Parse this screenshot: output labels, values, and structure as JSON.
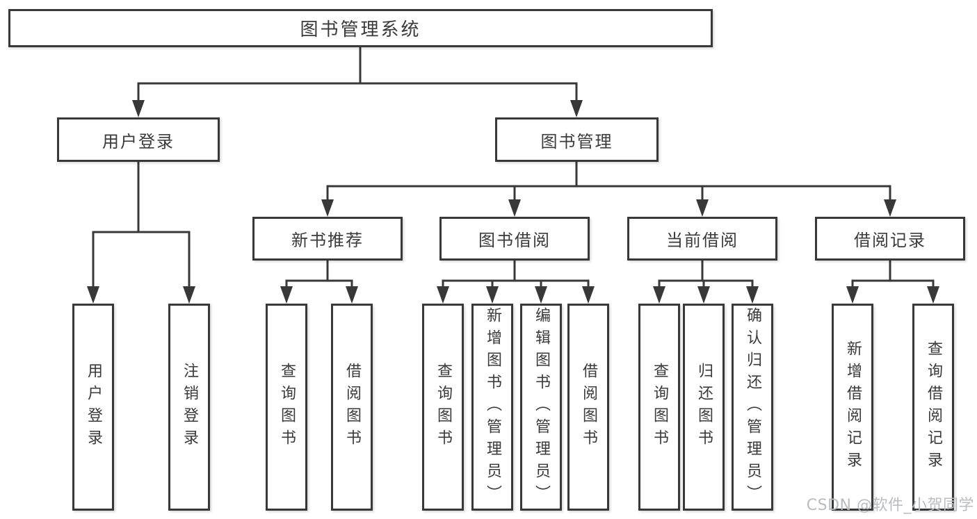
{
  "nodes": {
    "root": "图书管理系统",
    "user_login": "用户登录",
    "book_mgmt": "图书管理",
    "new_book_rec": "新书推荐",
    "book_borrow": "图书借阅",
    "current_borrow": "当前借阅",
    "borrow_record": "借阅记录",
    "leaf_user_login": "用户登录",
    "leaf_logout": "注销登录",
    "leaf_query_book_a": "查询图书",
    "leaf_borrow_book_a": "借阅图书",
    "leaf_query_book_b": "查询图书",
    "leaf_add_book": "新增图书（管理员）",
    "leaf_edit_book": "编辑图书（管理员）",
    "leaf_borrow_book_b": "借阅图书",
    "leaf_query_book_c": "查询图书",
    "leaf_return_book": "归还图书",
    "leaf_confirm_return": "确认归还（管理员）",
    "leaf_add_record": "新增借阅记录",
    "leaf_query_record": "查询借阅记录"
  },
  "watermark": "CSDN @软件_小贺同学",
  "colors": {
    "line": "#383838",
    "box_fill": "#ffffff",
    "text": "#3a3a3a",
    "watermark": "#b9bdc0"
  }
}
